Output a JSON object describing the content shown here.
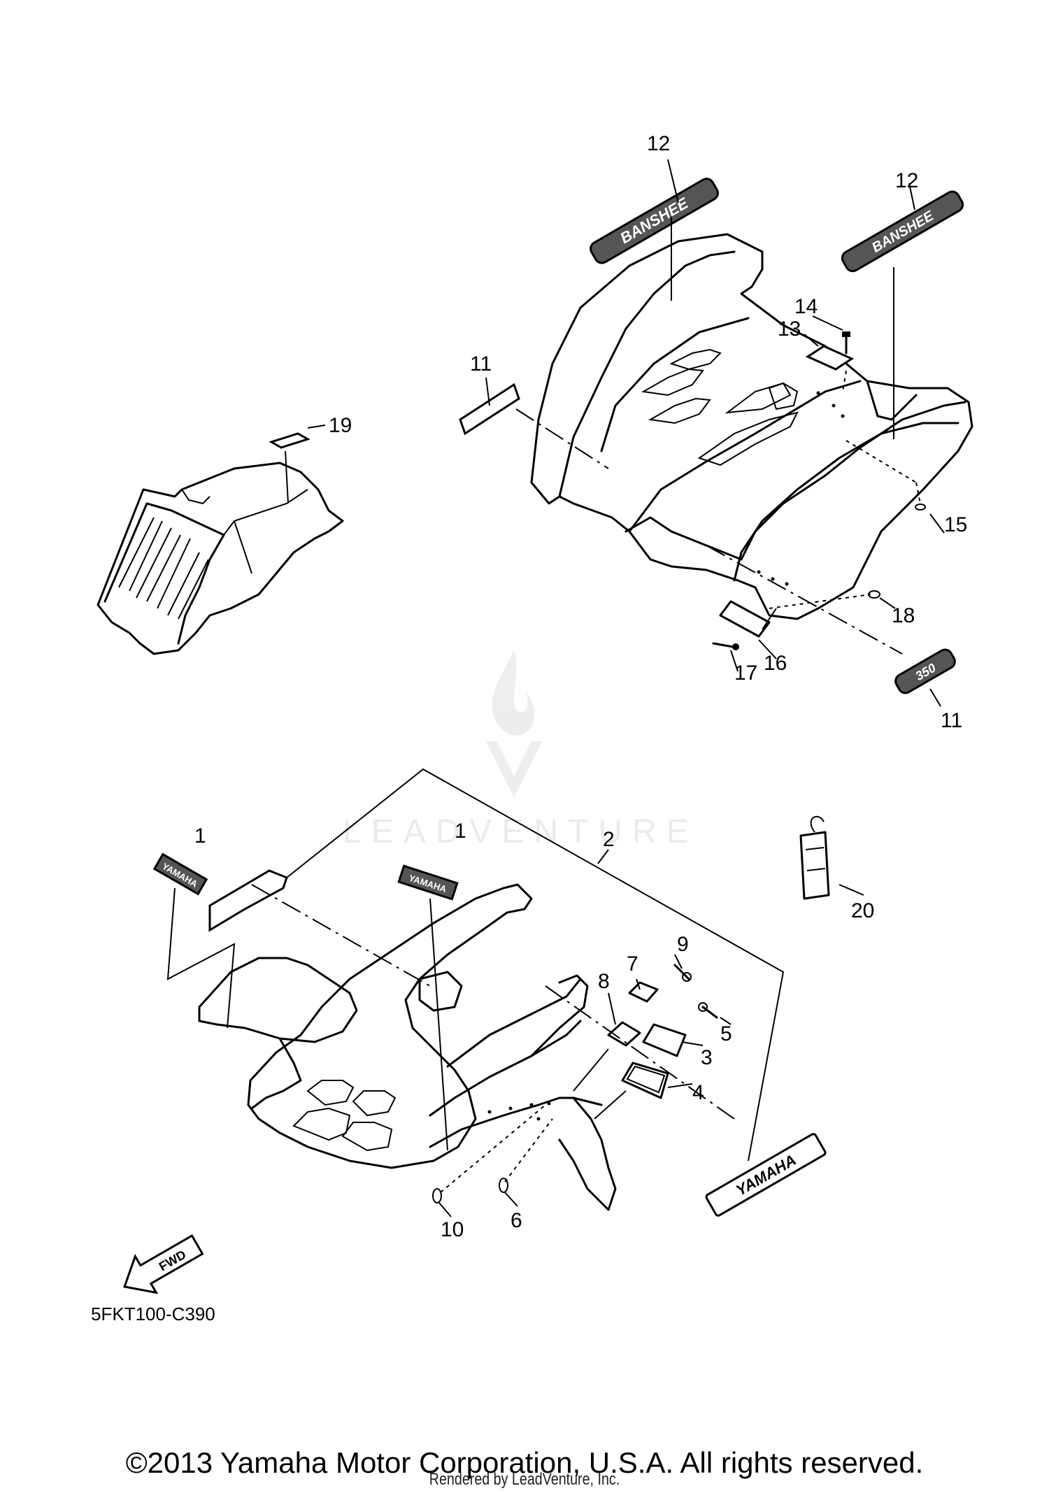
{
  "diagram": {
    "code": "5FKT100-C390",
    "fwd_label": "FWD",
    "brand_label": "YAMAHA",
    "model_decal_text": "BANSHEE",
    "size_decal_text": "350",
    "callouts": [
      "1",
      "1",
      "2",
      "3",
      "4",
      "5",
      "6",
      "7",
      "8",
      "9",
      "10",
      "11",
      "11",
      "12",
      "12",
      "13",
      "14",
      "15",
      "16",
      "17",
      "18",
      "19",
      "20"
    ]
  },
  "watermark": {
    "text": "LEADVENTURE"
  },
  "footer": {
    "copyright": "©2013 Yamaha Motor Corporation, U.S.A. All rights reserved.",
    "rendered_by": "Rendered by LeadVenture, Inc."
  }
}
